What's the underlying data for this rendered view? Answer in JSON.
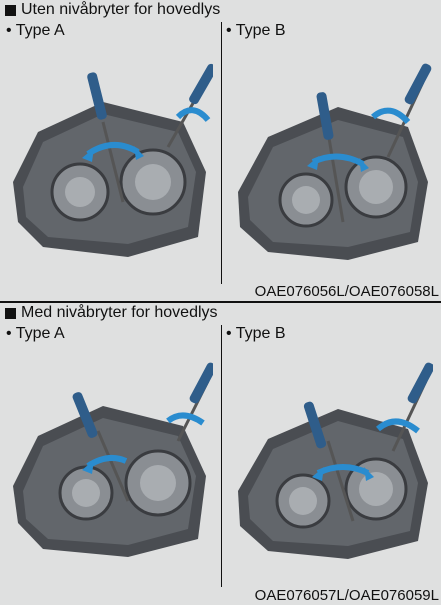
{
  "sections": [
    {
      "title": "Uten nivåbryter for hovedlys",
      "left_label": "• Type A",
      "right_label": "• Type B",
      "caption": "OAE076056L/OAE076058L"
    },
    {
      "title": "Med nivåbryter for hovedlys",
      "left_label": "• Type A",
      "right_label": "• Type B",
      "caption": "OAE076057L/OAE076059L"
    }
  ],
  "colors": {
    "background": "#dfe0e0",
    "housing": "#4a4d52",
    "lens": "#8a8e93",
    "arrow": "#2a8ccf",
    "screwdriver": "#2f5d8a"
  },
  "icons": [
    "headlamp-illustration",
    "screwdriver-icon",
    "adjust-arrow-icon"
  ]
}
